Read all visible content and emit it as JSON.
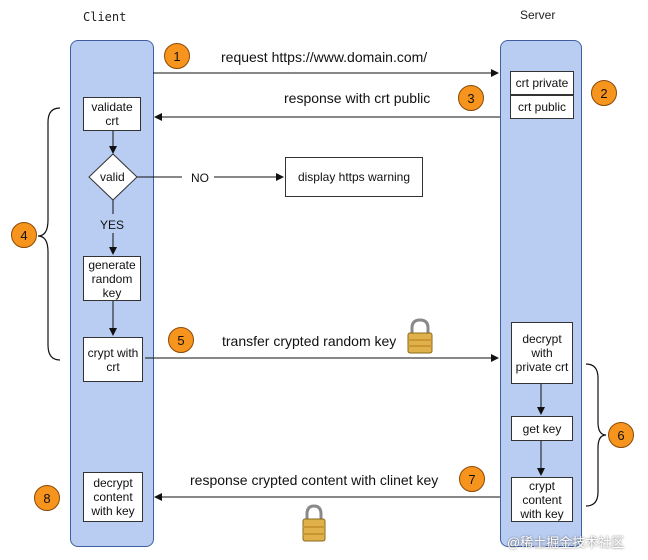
{
  "headers": {
    "client": "Client",
    "server": "Server"
  },
  "steps": {
    "s1": "1",
    "s2": "2",
    "s3": "3",
    "s4": "4",
    "s5": "5",
    "s6": "6",
    "s7": "7",
    "s8": "8"
  },
  "messages": {
    "request": "request https://www.domain.com/",
    "response_crt": "response with crt public",
    "transfer_key": "transfer crypted random key",
    "response_content": "response crypted content with clinet key"
  },
  "client_nodes": {
    "validate": "validate crt",
    "valid": "valid",
    "generate": "generate random key",
    "crypt": "crypt with crt",
    "decrypt": "decrypt content with key"
  },
  "decision": {
    "no": "NO",
    "yes": "YES"
  },
  "warning": "display https warning",
  "server_nodes": {
    "crt_private": "crt private",
    "crt_public": "crt public",
    "decrypt": "decrypt with private crt",
    "get_key": "get key",
    "crypt": "crypt content with key"
  },
  "watermark": "@稀土掘金技术社区",
  "colors": {
    "lane": "#b9cdf3",
    "lane_border": "#3f5f9e",
    "badge": "#f7941d"
  }
}
